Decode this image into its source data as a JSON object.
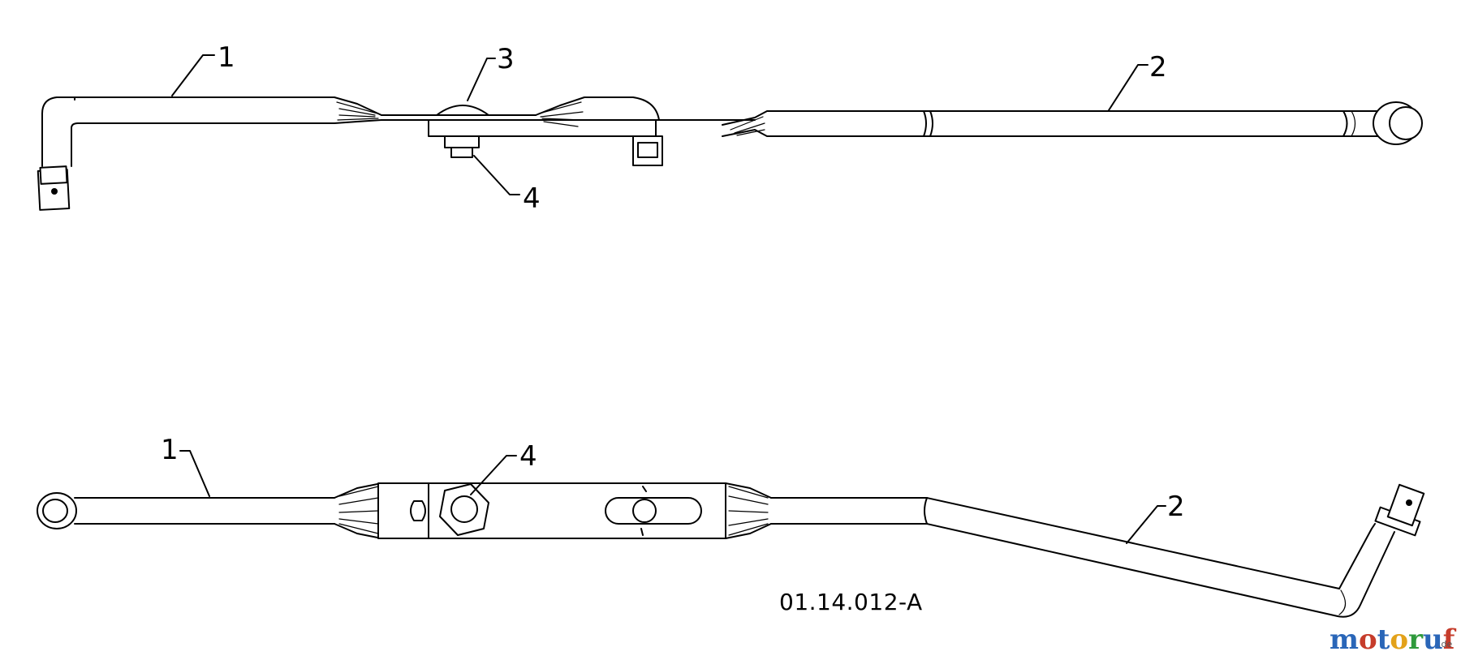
{
  "top_view": {
    "callouts": {
      "c1": "1",
      "c2": "2",
      "c3": "3",
      "c4": "4"
    }
  },
  "bottom_view": {
    "callouts": {
      "c1": "1",
      "c2": "2",
      "c4": "4"
    }
  },
  "drawing_number": "01.14.012-A",
  "watermark": {
    "letters": [
      "m",
      "o",
      "t",
      "o",
      "r",
      "u",
      "f"
    ],
    "letter_colors": [
      "#2a66b8",
      "#c63c2b",
      "#2a66b8",
      "#e3a21a",
      "#2f9a3c",
      "#2a66b8",
      "#c63c2b"
    ],
    "suffix": ".de"
  }
}
